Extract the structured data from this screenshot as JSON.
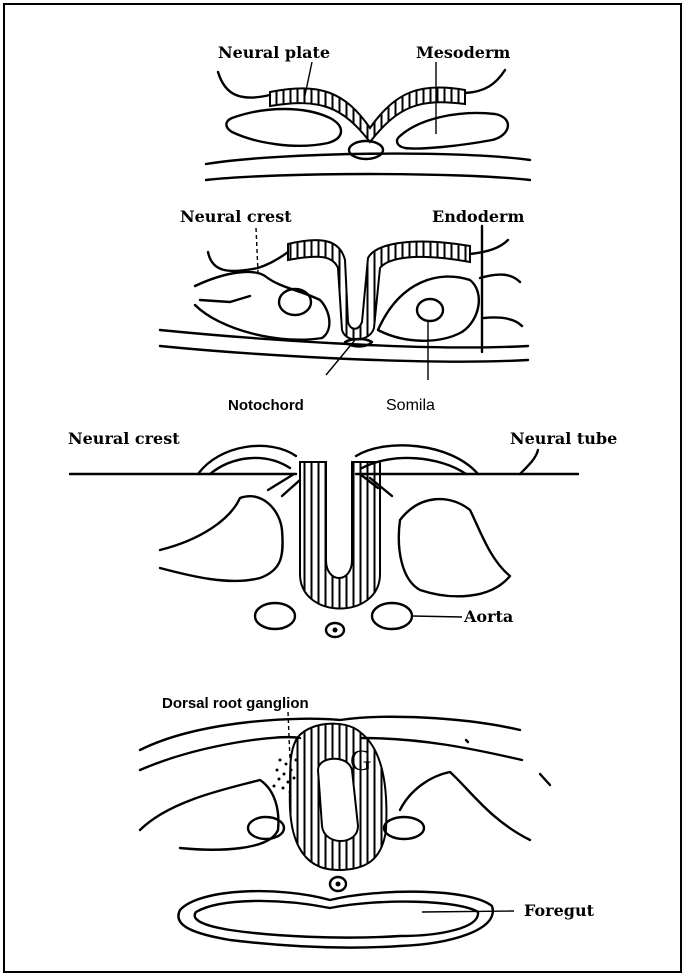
{
  "labels": {
    "neural_plate": "Neural plate",
    "mesoderm": "Mesoderm",
    "neural_crest_1": "Neural crest",
    "endoderm": "Endoderm",
    "notochord": "Notochord",
    "somila": "Somila",
    "neural_crest_2": "Neural crest",
    "neural_tube": "Neural tube",
    "aorta": "Aorta",
    "dorsal_root_ganglion": "Dorsal root ganglion",
    "g_marker": "G",
    "foregut": "Foregut"
  },
  "colors": {
    "ink": "#000000",
    "background": "#ffffff"
  }
}
